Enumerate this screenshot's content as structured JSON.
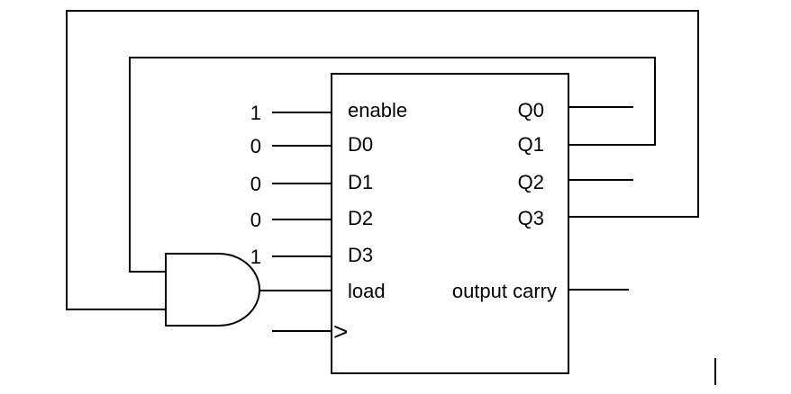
{
  "chip": {
    "inputs": [
      {
        "value": "1",
        "label": "enable"
      },
      {
        "value": "0",
        "label": "D0"
      },
      {
        "value": "0",
        "label": "D1"
      },
      {
        "value": "0",
        "label": "D2"
      },
      {
        "value": "1",
        "label": "D3"
      },
      {
        "value": "",
        "label": "load"
      }
    ],
    "clock_symbol": ">",
    "outputs": [
      {
        "label": "Q0"
      },
      {
        "label": "Q1"
      },
      {
        "label": "Q2"
      },
      {
        "label": "Q3"
      },
      {
        "label": "output carry"
      }
    ]
  },
  "colors": {
    "line": "#000000",
    "background": "#ffffff"
  }
}
